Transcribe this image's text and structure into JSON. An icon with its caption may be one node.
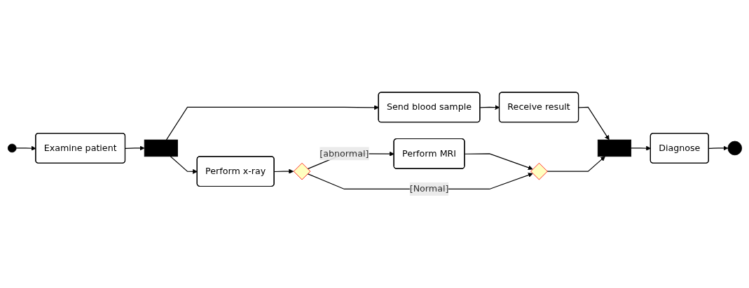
{
  "diagram": {
    "nodes": [
      {
        "text": [],
        "shape": "circle"
      },
      {
        "text": [
          "Examine patient"
        ]
      },
      {
        "text": [],
        "shape": "bar"
      },
      {
        "text": [
          "Send blood sample"
        ]
      },
      {
        "text": [
          "Receive result"
        ]
      },
      {
        "text": [
          "Perform x-ray"
        ]
      },
      {
        "text": [],
        "shape": "diamond"
      },
      {
        "text": [
          "Perform MRI"
        ]
      },
      {
        "text": [],
        "shape": "diamond"
      },
      {
        "text": [],
        "shape": "bar"
      },
      {
        "text": [
          "Diagnose"
        ]
      },
      {
        "text": [],
        "shape": "circle"
      }
    ],
    "edges": [
      {
        "from": 0,
        "to": 1,
        "arrow": "to"
      },
      {
        "from": 1,
        "to": 2,
        "arrow": "to"
      },
      {
        "from": 2,
        "to": 3,
        "arrow": "to"
      },
      {
        "from": 3,
        "to": 4,
        "arrow": "to"
      },
      {
        "from": 4,
        "to": 9,
        "arrow": "to"
      },
      {
        "from": 2,
        "to": 5,
        "arrow": "to"
      },
      {
        "from": 5,
        "to": 6,
        "arrow": "to"
      },
      {
        "from": 6,
        "to": 7,
        "arrow": "to",
        "label": "[abnormal]"
      },
      {
        "from": 7,
        "to": 8,
        "arrow": "to"
      },
      {
        "from": 6,
        "to": 8,
        "arrow": "to",
        "label": "[Normal]"
      },
      {
        "from": 8,
        "to": 9,
        "arrow": "to"
      },
      {
        "from": 9,
        "to": 10,
        "arrow": "to"
      },
      {
        "from": 10,
        "to": 11,
        "arrow": "to"
      }
    ]
  }
}
